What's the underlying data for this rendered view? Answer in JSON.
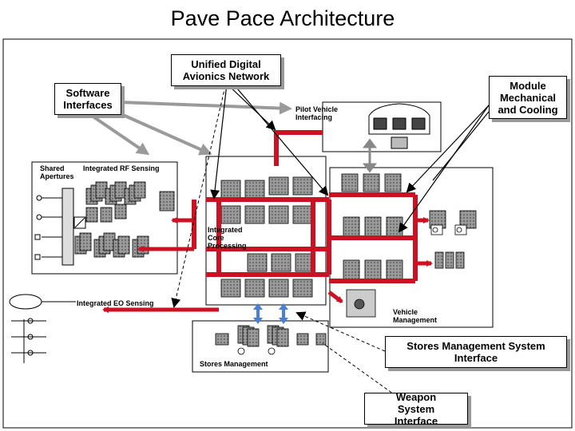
{
  "title": "Pave Pace Architecture",
  "callouts": {
    "unified_digital_avionics_network": "Unified Digital Avionics Network",
    "software_interfaces": "Software Interfaces",
    "module_mechanical_and_cooling": "Module Mechanical and Cooling",
    "stores_management_system_interface": "Stores Management System Interface",
    "weapon_system_interface": "Weapon System Interface"
  },
  "labels": {
    "pilot_vehicle_interfacing": "Pilot Vehicle Interfacing",
    "shared_apertures": "Shared Apertures",
    "integrated_rf_sensing": "Integrated RF Sensing",
    "integrated_core_processing": "Integrated Core Processing",
    "integrated_eo_sensing": "Integrated EO Sensing",
    "vehicle_management": "Vehicle Management",
    "stores_management": "Stores Management"
  },
  "colors": {
    "bus_red": "#cc1122",
    "pointer_gray": "#9a9a9a",
    "link_blue": "#4a7fd4",
    "module_gray": "#8c8c8c"
  }
}
